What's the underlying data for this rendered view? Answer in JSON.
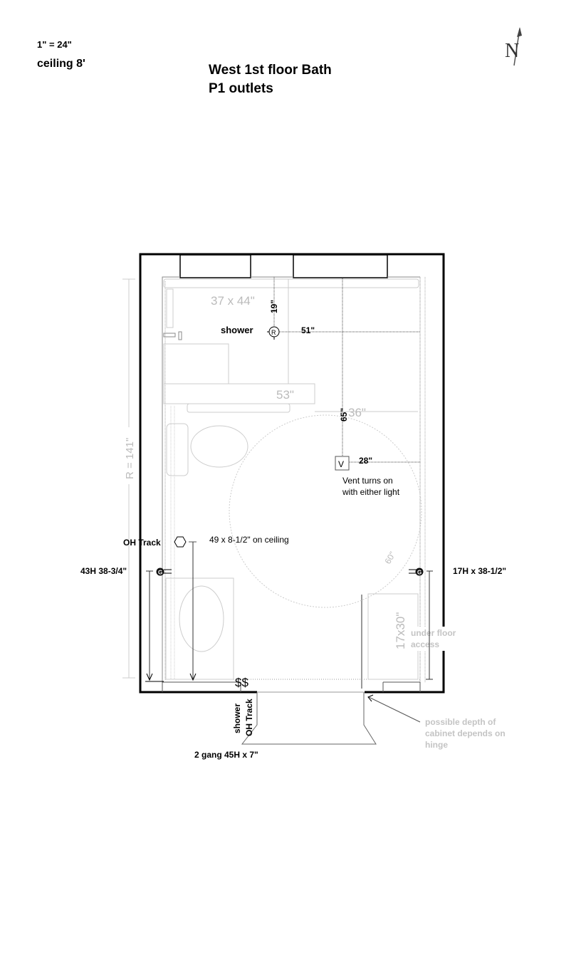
{
  "header": {
    "scale": "1\" = 24\"",
    "ceiling": "ceiling 8'",
    "title_line1": "West 1st floor Bath",
    "title_line2": "P1 outlets",
    "compass_letter": "N"
  },
  "labels": {
    "shower_size": "37 x 44\"",
    "shower": "shower",
    "receptacle": "R",
    "dim_19": "19\"",
    "dim_51": "51\"",
    "dim_53": "53\"",
    "dim_65": "65\"",
    "dim_36": "36\"",
    "dim_28": "28\"",
    "vent": "V",
    "vent_note_1": "Vent turns on",
    "vent_note_2": "with either light",
    "room_length": "R = 141\"",
    "oh_track": "OH Track",
    "oh_track_size": "49 x 8-1/2\" on ceiling",
    "circle_dia": "60\"",
    "left_outlet": "43H 38-3/4\"",
    "right_outlet": "17H x 38-1/2\"",
    "gfci": "G",
    "cabinet_size": "17x30\"",
    "under_floor_1": "under floor",
    "under_floor_2": "access",
    "switches": "$$",
    "switch_shower": "shower",
    "switch_oh": "OH Track",
    "gang": "2 gang 45H x 7\"",
    "hinge_1": "possible depth of",
    "hinge_2": "cabinet depends on",
    "hinge_3": "hinge"
  }
}
